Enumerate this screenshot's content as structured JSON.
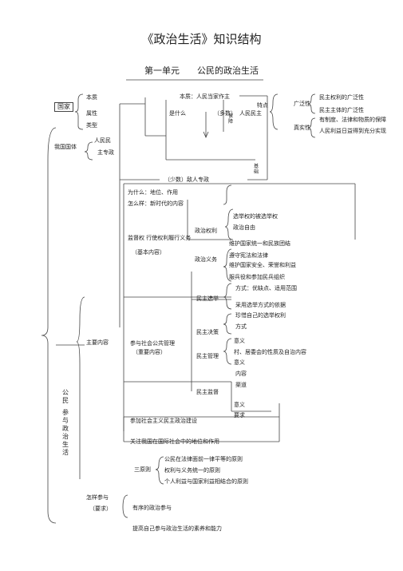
{
  "title": "《政治生活》知识结构",
  "unit_title": "第一单元　　公民的政治生活",
  "left_col": {
    "guojia": "国家",
    "benzhi": "本质",
    "shuxing": "属性",
    "leixing": "类型",
    "guoti": "我国国体",
    "renmin": "人民民",
    "zhuzhuanzheng": "主专政",
    "gongmin": "公民",
    "canyu": "参与政治生活"
  },
  "top_block": {
    "benzhi_line": "本质：人民当家作主",
    "shishenme": "是什么",
    "duoshu": "（多数）",
    "renmin_minzhu": "人民民主",
    "tedian": "特点",
    "baozhang": "保障",
    "guangfanxing": "广泛性",
    "zhenshixing": "真实性",
    "g1": "民主权利的广泛性",
    "g2": "民主主体的广泛性",
    "z1": "有制度、法律和物质的保障",
    "z2": "人民利益日益得到充分实现",
    "jichu": "基础",
    "shaoshu": "（少数）敌人专政"
  },
  "middle": {
    "weishenme": "为什么：地位、作用",
    "zenmeyang": "怎么样：新时代的内容",
    "zhengzhi_quanli": "政治权利",
    "xuanju": "选举权的被选举权",
    "ziyou": "政治自由",
    "jiandu_line": "监督权 行使权利履行义务",
    "jiben": "（基本内容）",
    "weihu_tuanjie": "维护国家统一和民族团结",
    "zunshou": "遵守宪法和法律",
    "zhengzhi_yiwu": "政治义务",
    "weihu_anquan": "维护国家安全、荣誉和利益",
    "fubing": "服兵役和参加民兵组织",
    "fangshi_youque": "方式：优缺点、适用范围",
    "minzhu_xuanju": "民主选举",
    "caiyong": "采用选举方式的依据",
    "zhenxi": "珍惜自己的选举权利",
    "fangshi": "方式",
    "zhuyao": "主要内容",
    "canyu_gonggong": "参与社会公共管理",
    "zhongyao": "（重要内容）",
    "minzhu_juece": "民主决策",
    "yiyi1": "意义",
    "cun": "村、居委会的性质及自治内容",
    "minzhu_guanli": "民主管理",
    "yiyi2": "意义",
    "neirong": "内容",
    "qudao": "渠道",
    "minzhu_jiandu": "民主监督",
    "yiyi3": "意义",
    "yaoqiu": "要求"
  },
  "bottom": {
    "canjia_jianshe": "参加社会主义民主政治建设",
    "guanzhu": "关注我国在国际社会中的地位和作用",
    "sanyuanze": "三原则",
    "y1": "公民在法律面前一律平等的原则",
    "y2": "权利与义务统一的原则",
    "y3": "个人利益与国家利益相结合的原则",
    "zenyang": "怎样参与",
    "yaoqiu2": "（要求）",
    "youxu": "有序的政治参与",
    "tigao": "提高自己参与政治生活的素养和能力"
  }
}
